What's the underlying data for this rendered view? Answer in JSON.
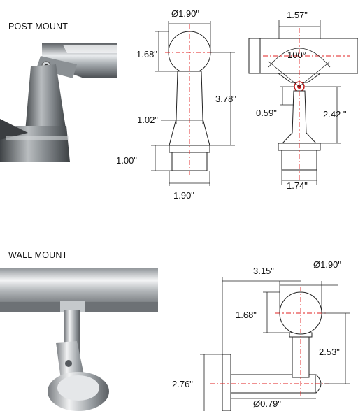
{
  "sections": {
    "post_title": "POST MOUNT",
    "wall_title": "WALL MOUNT"
  },
  "post_front": {
    "ball_diameter": "Ø1.90\"",
    "ball_height": "1.68\"",
    "overall_height": "3.78\"",
    "neck_width": "1.02\"",
    "base_height": "1.00\"",
    "base_width": "1.90\""
  },
  "post_side": {
    "saddle_width": "1.57\"",
    "pivot_angle": "100°",
    "pivot_offset": "0.59\"",
    "stem_height": "2.42 \"",
    "base_width": "1.74\""
  },
  "wall": {
    "projection": "3.15\"",
    "ball_diameter": "Ø1.90\"",
    "ball_height": "1.68\"",
    "stem_height": "2.53\"",
    "plate_height": "2.76\"",
    "arm_diameter": "Ø0.79\""
  },
  "colors": {
    "centerline": "#e02020",
    "metal_light": "#eef0f2",
    "metal_dark": "#6a6e72"
  }
}
